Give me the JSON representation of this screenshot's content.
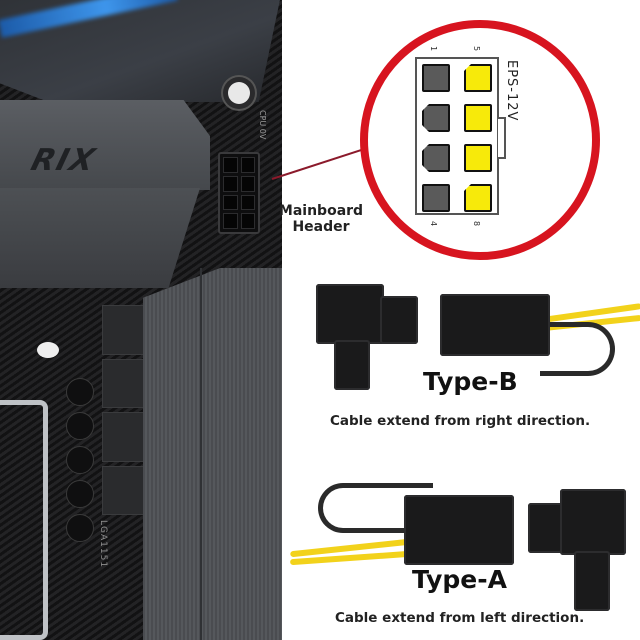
{
  "motherboard": {
    "logo_text": "RIX",
    "silkscreen_cpu": "CPU 0V",
    "socket_label": "LGA1151"
  },
  "callout": {
    "label_line1": "Mainboard",
    "label_line2": "Header",
    "ring_color": "#d7141f"
  },
  "pinout": {
    "title": "EPS-12V",
    "pin_labels": {
      "top_left": "1",
      "top_right": "5",
      "bottom_left": "4",
      "bottom_right": "8"
    },
    "colors": {
      "ground": "#5a5a5a",
      "plus12v": "#f7ea0a"
    }
  },
  "type_b": {
    "title": "Type-B",
    "caption": "Cable extend from right direction."
  },
  "type_a": {
    "title": "Type-A",
    "caption": "Cable extend from left direction."
  }
}
